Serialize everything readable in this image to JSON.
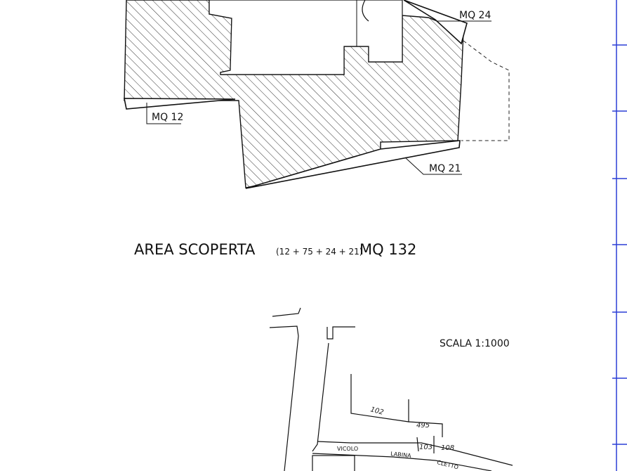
{
  "plan": {
    "labels": {
      "mq24": "MQ 24",
      "mq12": "MQ 12",
      "mq21": "MQ 21"
    },
    "area_title": "AREA SCOPERTA",
    "area_formula": "(12 + 75 + 24 + 21)",
    "area_total": "MQ 132"
  },
  "map": {
    "scale": "SCALA 1:1000",
    "parcels": [
      "102",
      "495",
      "103",
      "108"
    ],
    "street_words": [
      "VICOLO",
      "LABINA",
      "CLETTO"
    ]
  },
  "ruler": {
    "label": "",
    "accent_color": "#2b3fd6"
  },
  "colors": {
    "ink": "#111111",
    "hatch": "#333333"
  }
}
